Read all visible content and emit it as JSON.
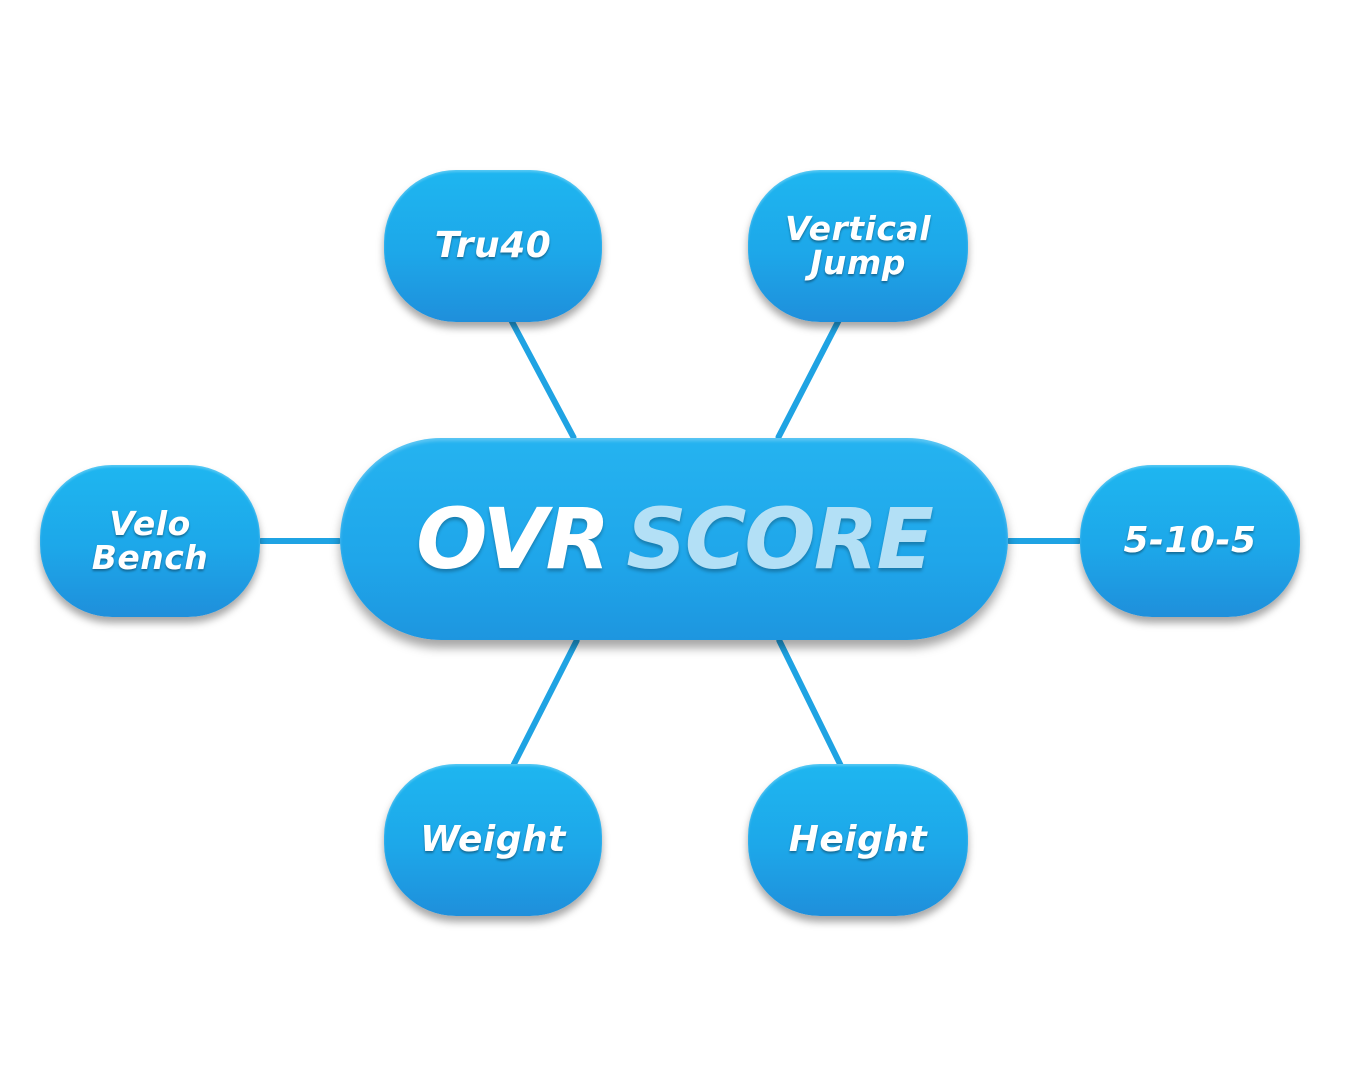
{
  "center": {
    "title_part1": "OVR",
    "title_part2": "SCORE"
  },
  "nodes": {
    "tru40": "Tru40",
    "vertical_jump": "Vertical\nJump",
    "velo_bench": "Velo\nBench",
    "shuttle": "5-10-5",
    "weight": "Weight",
    "height": "Height"
  },
  "colors": {
    "node_fill": "#1da7e9",
    "connector": "#1fa3e3",
    "title_primary": "#ffffff",
    "title_secondary": "#b3e0f6",
    "background": "#ffffff"
  }
}
